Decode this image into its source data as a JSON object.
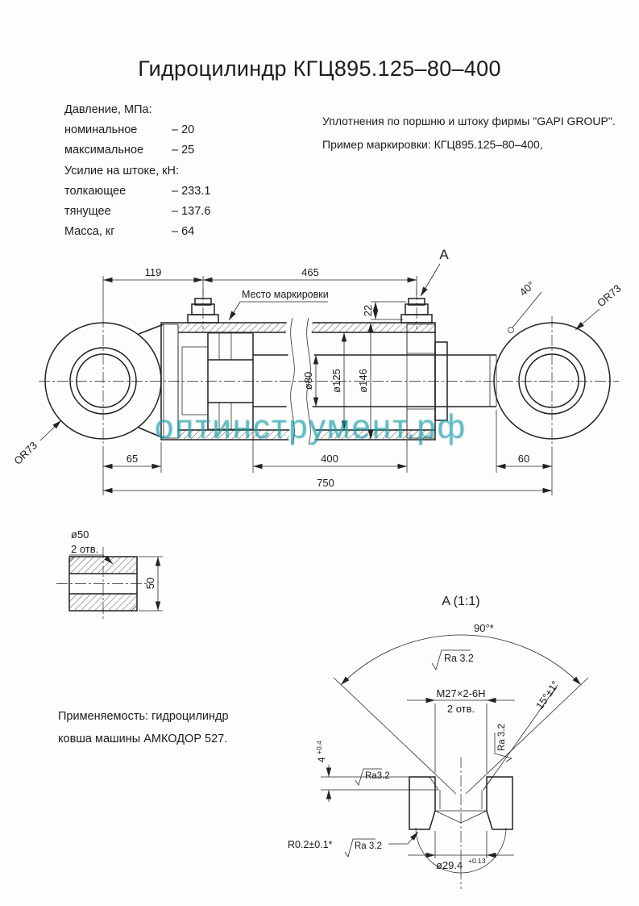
{
  "title": "Гидроцилиндр КГЦ895.125–80–400",
  "specs": {
    "pressure_header": "Давление, МПа:",
    "nominal_label": "номинальное",
    "nominal_value": "– 20",
    "max_label": "максимальное",
    "max_value": "– 25",
    "force_header": "Усилие на штоке, кН:",
    "push_label": "толкающее",
    "push_value": "– 233.1",
    "pull_label": "тянущее",
    "pull_value": "– 137.6",
    "mass_label": "Масса, кг",
    "mass_value": "– 64"
  },
  "notes": {
    "seals": "Уплотнения по поршню и штоку фирмы \"GAPI GROUP\".",
    "marking": "Пример маркировки: КГЦ895.125–80–400,"
  },
  "application": {
    "line1": "Применяемость: гидроцилиндр",
    "line2": "ковша машины АМКОДОР 527."
  },
  "watermark": "оптинструмент.рф",
  "main_view": {
    "marking_label": "Место маркировки",
    "section_label": "A",
    "dims": {
      "d119": "119",
      "d465": "465",
      "d22": "22",
      "a40": "40°",
      "d65": "65",
      "d400": "400",
      "d60": "60",
      "d750": "750",
      "dia80": "ø80",
      "dia125": "ø125",
      "dia146": "ø146",
      "or73_left": "OR73",
      "or73_right": "OR73"
    }
  },
  "bushing_detail": {
    "dia50": "ø50",
    "holes": "2 отв.",
    "d50": "50"
  },
  "section_a": {
    "title": "A (1:1)",
    "angle90": "90°*",
    "ra_top": "Ra 3.2",
    "thread": "M27×2-6H",
    "thread_holes": "2 отв.",
    "angle15": "15°±1°",
    "ra_side": "Ra 3.2",
    "depth": "4",
    "depth_tol": "+0.4",
    "ra_left": "Ra3.2",
    "radius": "R0.2±0.1*",
    "ra_bottom": "Ra 3.2",
    "dia": "ø29.4",
    "dia_tol": "+0.13"
  }
}
